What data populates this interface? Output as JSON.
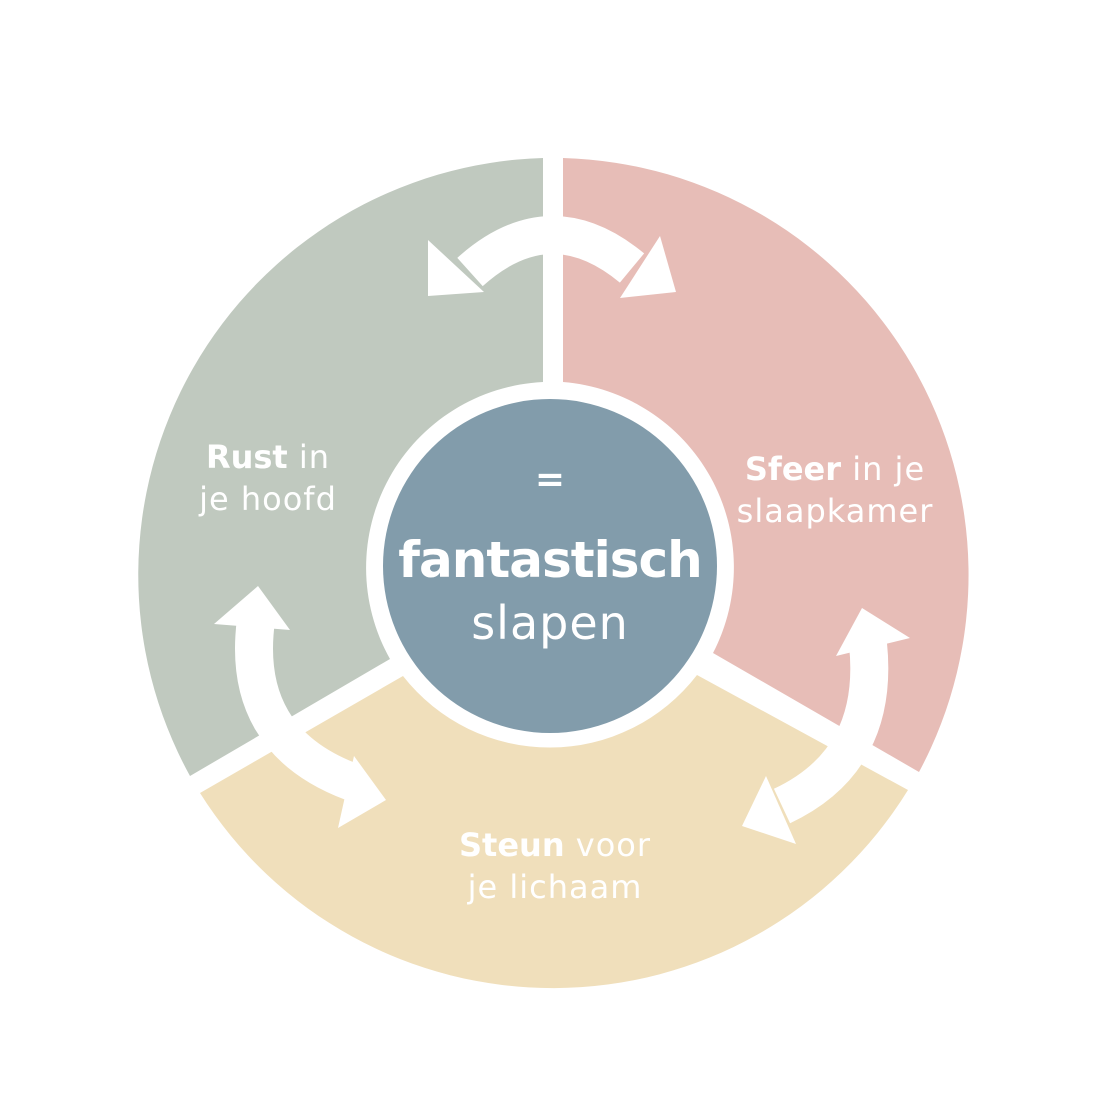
{
  "center": {
    "equals": "=",
    "bold": "fantastisch",
    "light": "slapen"
  },
  "segments": [
    {
      "bold": "Rust",
      "light_1": " in",
      "line_2": "je hoofd",
      "color": "#c0c9bf"
    },
    {
      "bold": "Sfeer",
      "light_1": " in je",
      "line_2": "slaapkamer",
      "color": "#e7bdb7"
    },
    {
      "bold": "Steun",
      "light_1": " voor",
      "line_2": "je lichaam",
      "color": "#f0dfbb"
    }
  ],
  "colors": {
    "center_fill": "#829cab",
    "arrow": "#ffffff",
    "background": "#ffffff"
  }
}
